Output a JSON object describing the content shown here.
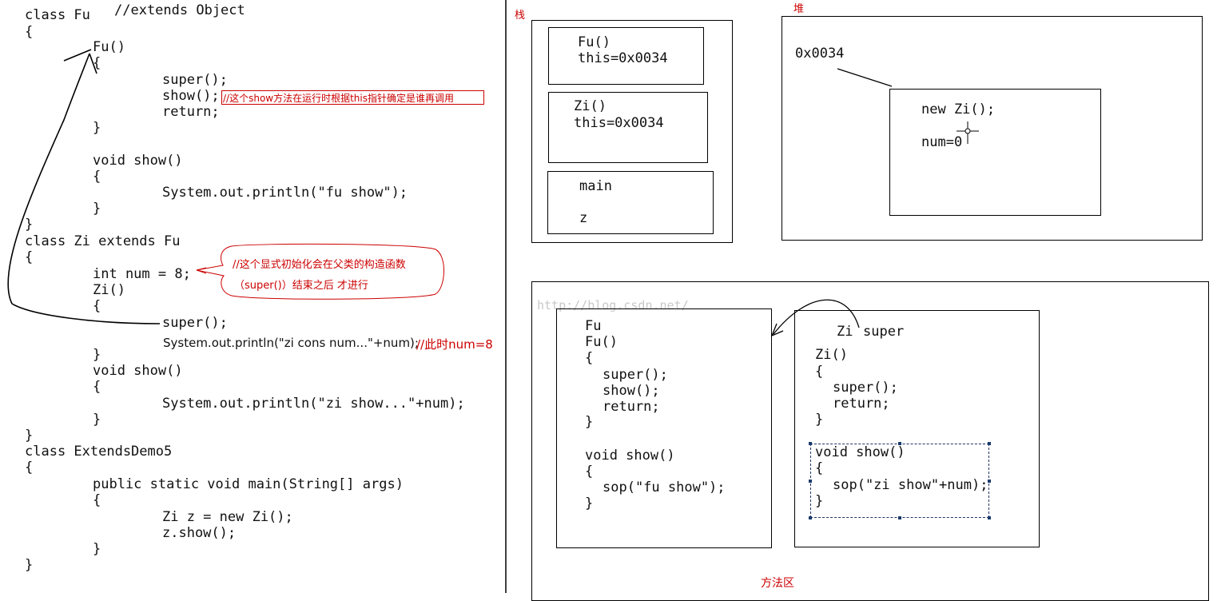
{
  "code": {
    "lines": [
      "class Fu",
      "//extends Object",
      "{",
      "Fu()",
      "{",
      "super();",
      "show();",
      "return;",
      "}",
      "void show()",
      "{",
      "System.out.println(\"fu show\");",
      "}",
      "}",
      "class Zi extends Fu",
      "{",
      "int num = 8;",
      "Zi()",
      "{",
      "super();",
      "System.out.println(\"zi cons num...\"+num);",
      "//此时num=8",
      "}",
      "void show()",
      "{",
      "System.out.println(\"zi show...\"+num);",
      "}",
      "}",
      "class ExtendsDemo5",
      "{",
      "public static void main(String[] args)",
      "{",
      "Zi z = new Zi();",
      "z.show();",
      "}",
      "}"
    ],
    "note_show": "//这个show方法在运行时根据this指针确定是谁再调用",
    "note_init_line1": "//这个显式初始化会在父类的构造函数",
    "note_init_line2": "（super()）结束之后 才进行"
  },
  "stack": {
    "label": "栈",
    "frame_fu_name": "Fu()",
    "frame_fu_this": "this=0x0034",
    "frame_zi_name": "Zi()",
    "frame_zi_this": "this=0x0034",
    "frame_main_name": "main",
    "frame_main_var": "z"
  },
  "heap": {
    "label": "堆",
    "address": "0x0034",
    "obj_line1": "new Zi();",
    "obj_line2": "num=0"
  },
  "method_area": {
    "label": "方法区",
    "watermark": "http://blog.csdn.net/",
    "fu_lines": [
      "Fu",
      "Fu()",
      "{",
      "super();",
      "show();",
      "return;",
      "}",
      "void show()",
      "{",
      "sop(\"fu show\");",
      "}"
    ],
    "zi_title": "Zi",
    "zi_super": "super",
    "zi_lines": [
      "Zi()",
      "{",
      "super();",
      "return;",
      "}",
      "void show()",
      "{",
      "sop(\"zi show\"+num);",
      "}"
    ]
  }
}
